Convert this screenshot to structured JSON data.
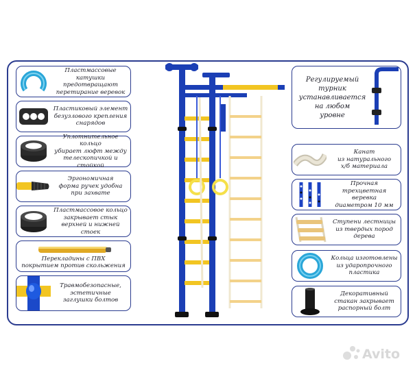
{
  "colors": {
    "frame": "#2a3b8f",
    "bar": "#1b3fb5",
    "yellow": "#f2c522",
    "rope": "#f6efdc",
    "rung": "#f3d28a"
  },
  "left_items": [
    {
      "text": "Пластмассовые катушки\nпредотвращают\nперетирание веревок",
      "icon": "plastic-reel-icon"
    },
    {
      "text": "Пластиковый элемент\nбезузлового крепления\nснарядов",
      "icon": "knotless-mount-icon"
    },
    {
      "text": "Уплотнительное кольцо\nубирает люфт между\nтелескопичкой и стойкой",
      "icon": "sealing-ring-icon"
    },
    {
      "text": "Эргономичная\nформа ручек удобна\nпри захвате",
      "icon": "ergonomic-handle-icon"
    },
    {
      "text": "Пластмассовое кольцо\nзакрывает стык\nверхней и нижней стоек",
      "icon": "joint-ring-icon"
    },
    {
      "text": "Перекладины с ПВХ\nпокрытием против скольжения",
      "icon": "pvc-crossbar-icon"
    },
    {
      "text": "Травмобезопасные,\nэстетичные\nзаглушки болтов",
      "icon": "bolt-cap-icon"
    }
  ],
  "right_items": [
    {
      "text": "Регулируемый\nтурник\nустанавливается\nна любом\nуровне",
      "icon": "adjustable-bar-icon"
    },
    {
      "text": "Канат\nиз натурального\nх/б материала",
      "icon": "cotton-rope-icon"
    },
    {
      "text": "Прочная\nтрехцветная веревка\nдиаметром 10 мм",
      "icon": "tricolor-rope-icon"
    },
    {
      "text": "Ступени лестницы\nиз твердых пород\nдерева",
      "icon": "wooden-steps-icon"
    },
    {
      "text": "Кольца изготовлены\nиз ударопрочного\nпластика",
      "icon": "plastic-ring-icon"
    },
    {
      "text": "Декоративный\nстакан закрывает\nраспорный болт",
      "icon": "decorative-cup-icon"
    }
  ],
  "watermark": {
    "text": "Avito"
  }
}
